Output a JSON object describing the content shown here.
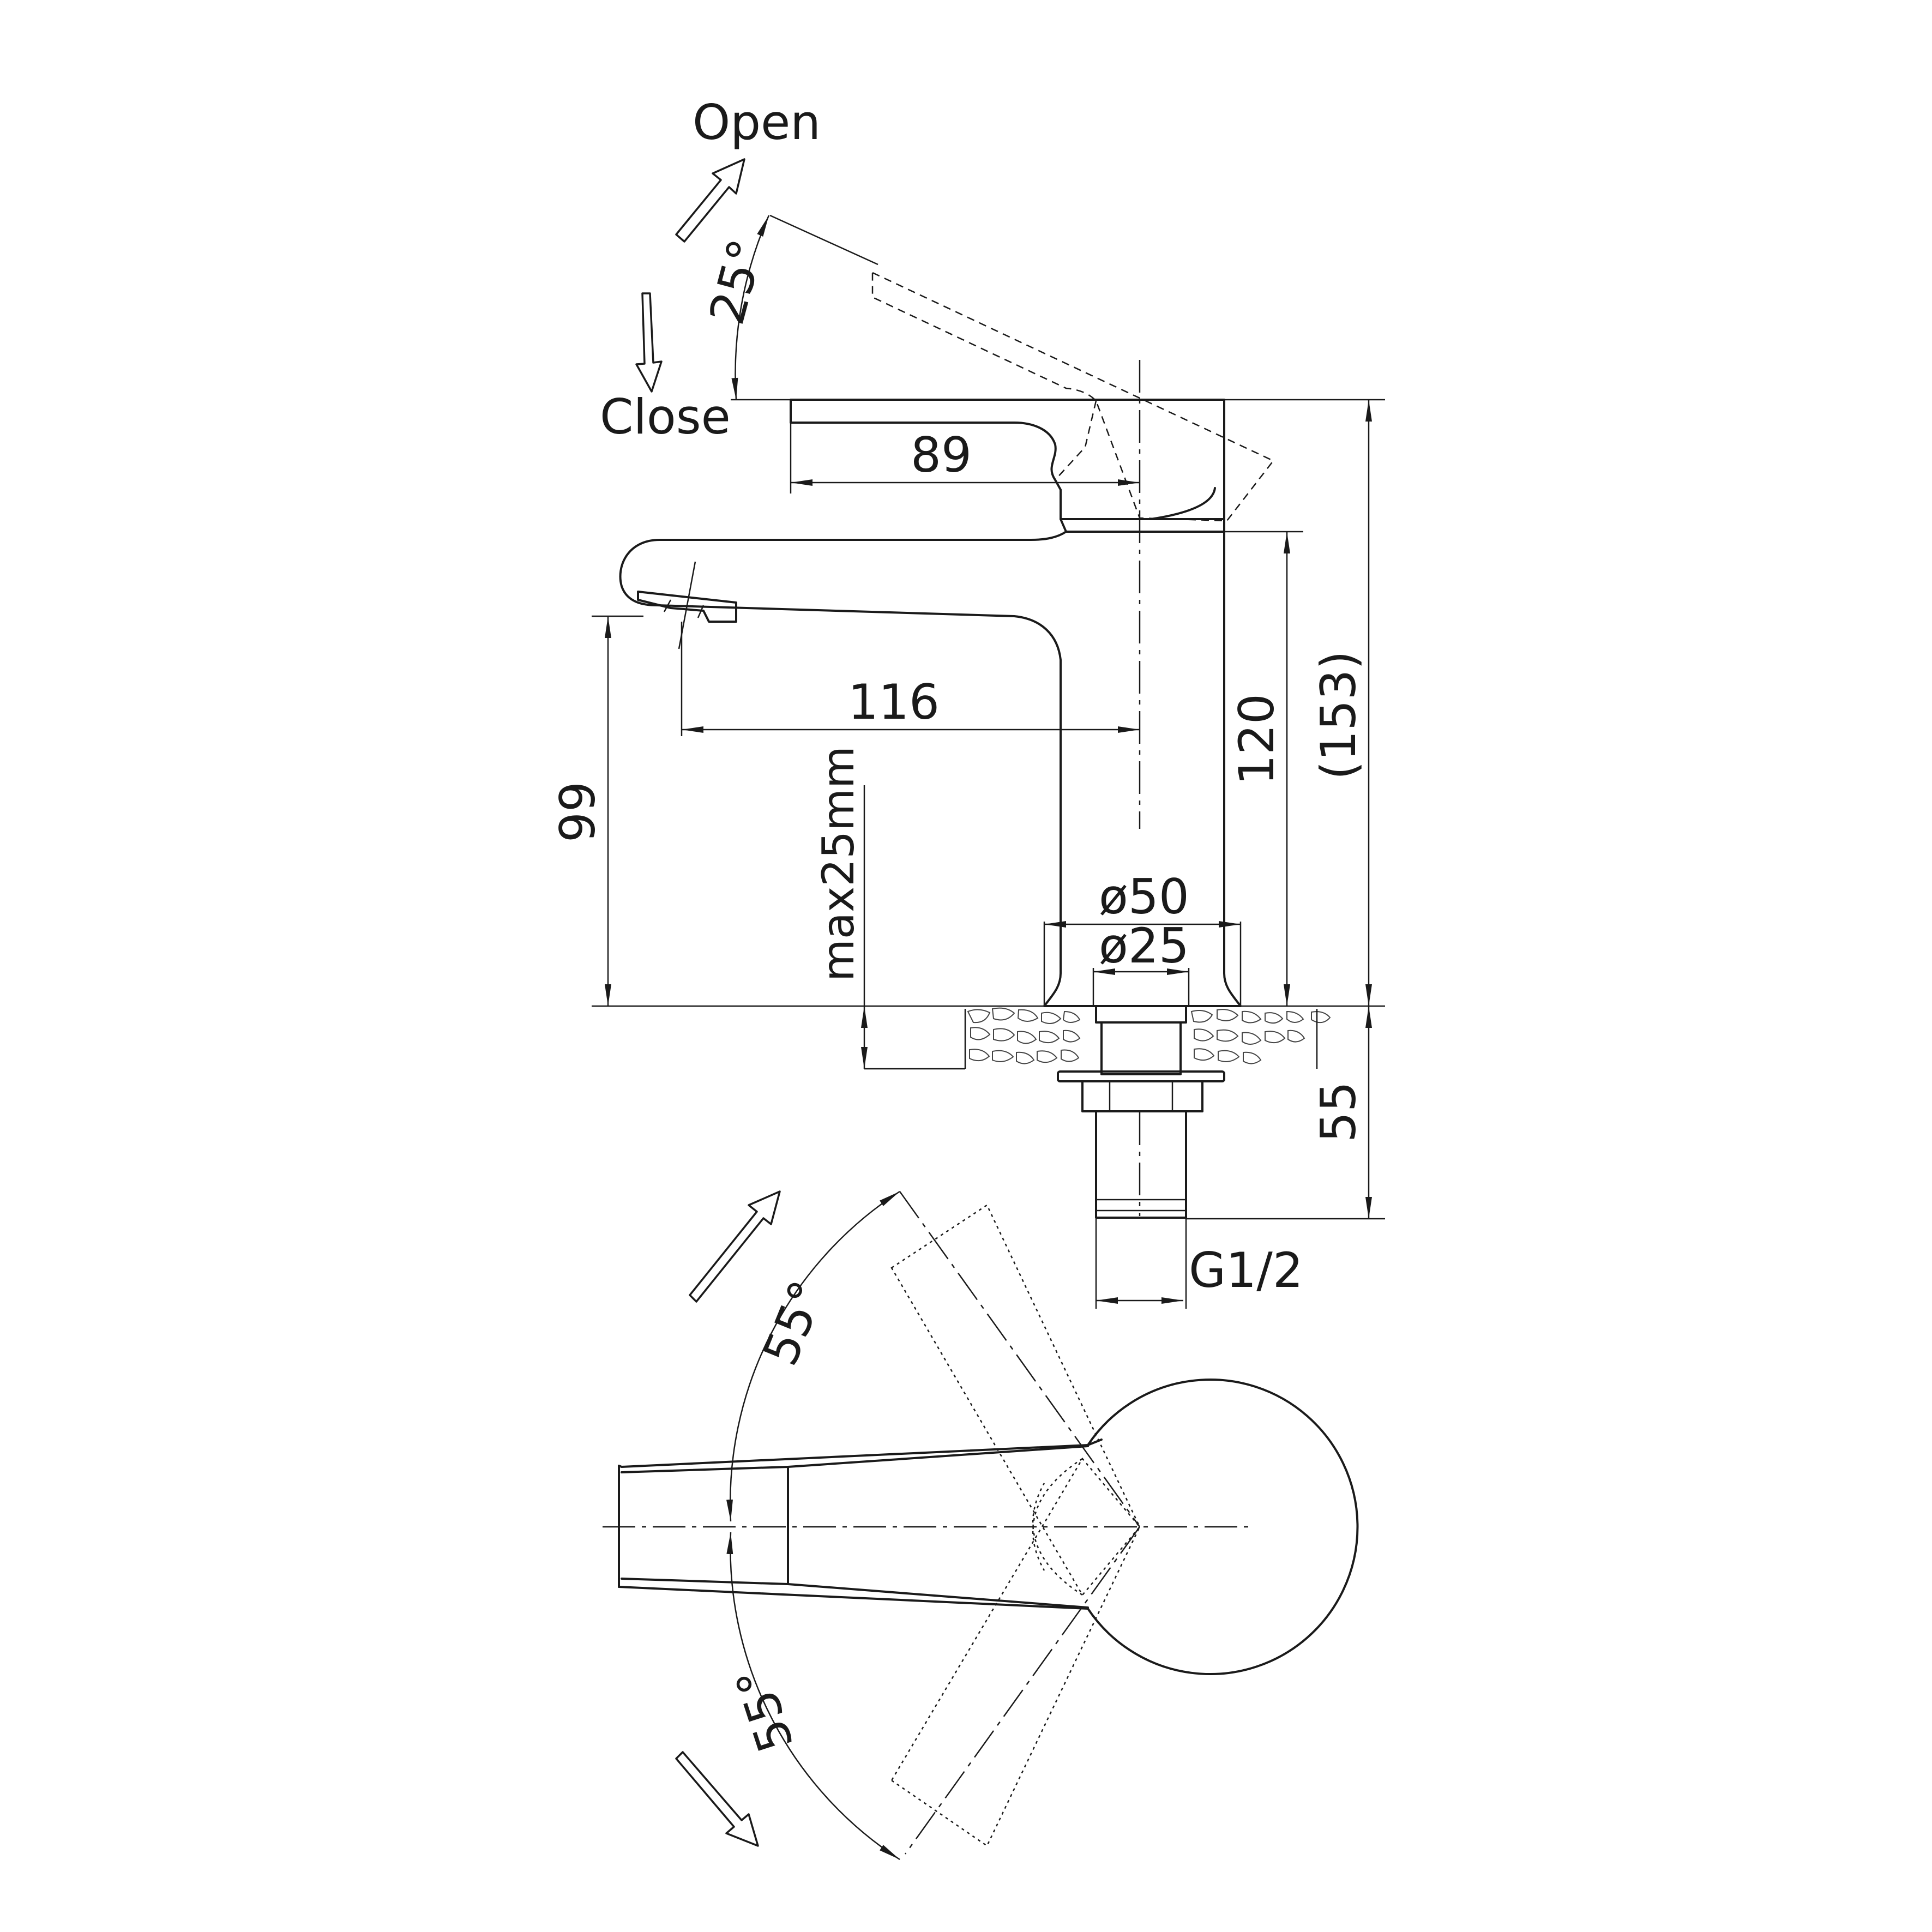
{
  "labels": {
    "open": "Open",
    "close": "Close",
    "angle_lever": "25°",
    "angle_top": "55°",
    "angle_bottom": "55°",
    "dim_lever": "89",
    "dim_reach": "116",
    "dim_spout_height": "99",
    "dim_body_height": "120",
    "dim_total_height": "(153)",
    "dim_max_thickness": "max25mm",
    "dim_body_diameter": "ø50",
    "dim_hole_diameter": "ø25",
    "dim_shank": "55",
    "dim_thread": "G1/2"
  }
}
